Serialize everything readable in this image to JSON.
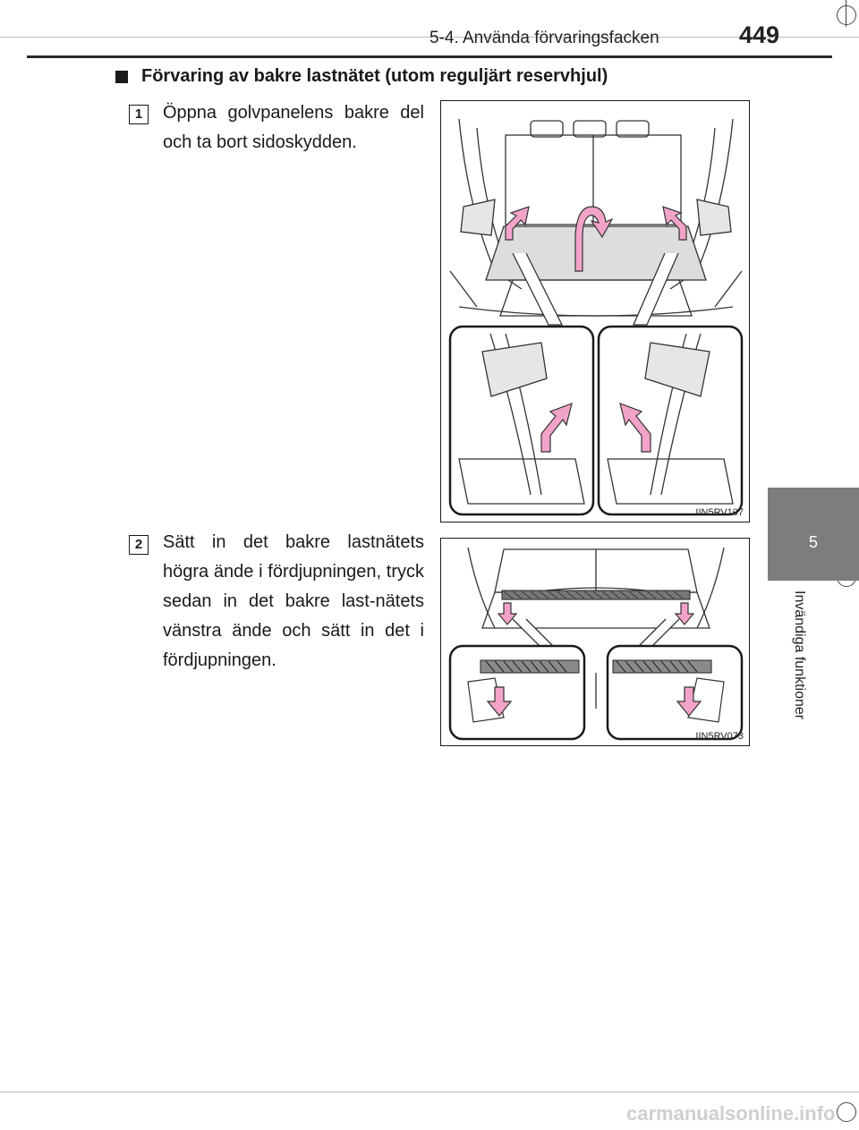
{
  "header": {
    "section": "5-4. Använda förvaringsfacken",
    "page_number": "449"
  },
  "side_tab": {
    "number": "5",
    "label": "Invändiga funktioner"
  },
  "section_title": "Förvaring av bakre lastnätet (utom reguljärt reservhjul)",
  "steps": [
    {
      "number": "1",
      "text": "Öppna golvpanelens bakre del och ta bort sidoskydden.",
      "figure_code": "IIN5RV107"
    },
    {
      "number": "2",
      "text": "Sätt in det bakre lastnätets högra ände i fördjupningen, tryck sedan in det bakre last-nätets vänstra ände och sätt in det i fördjupningen.",
      "figure_code": "IIN5RV073"
    }
  ],
  "footer": {
    "watermark": "carmanualsonline.info"
  },
  "colors": {
    "tab": "#7b7e7c",
    "arrow_pink": "#f2a3c8",
    "line": "#1a1a1a"
  }
}
